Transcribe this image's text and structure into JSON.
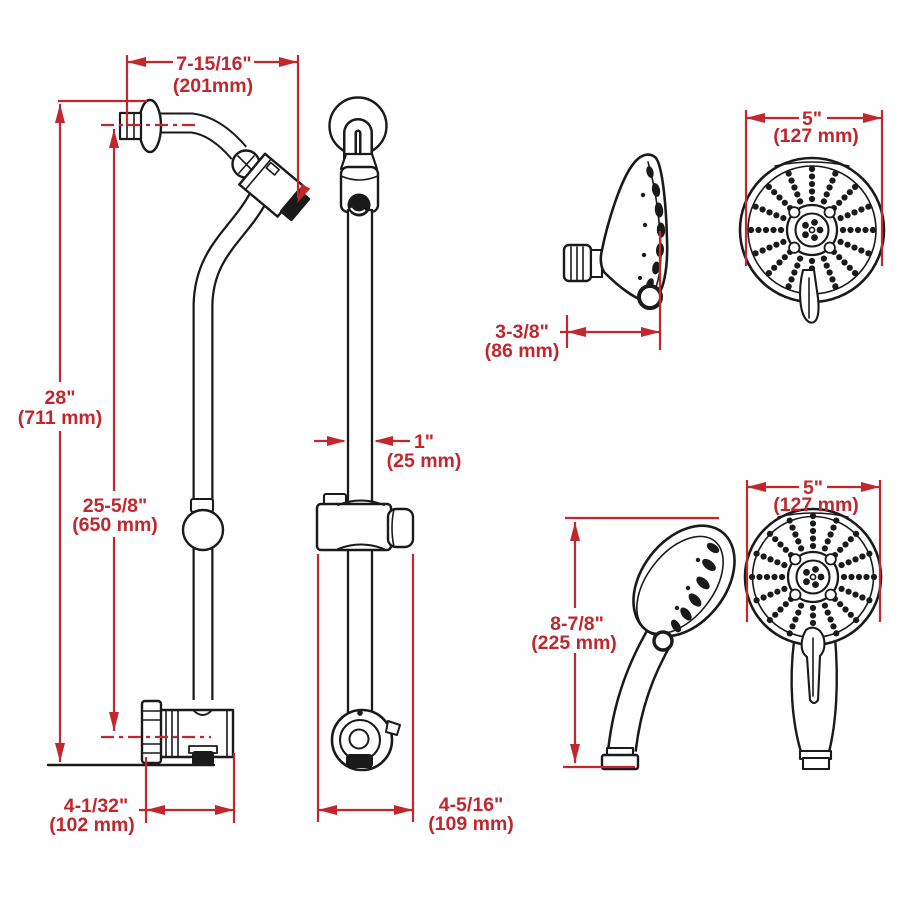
{
  "diagram_title": "shower slide bar and showerhead dimension drawing",
  "colors": {
    "dimension_red": "#c1272d",
    "line_black": "#1a1a1a",
    "background": "#ffffff"
  },
  "dims": {
    "arm_reach": {
      "in": "7-15/16\"",
      "mm": "(201mm)"
    },
    "overall_height": {
      "in": "28\"",
      "mm": "(711 mm)"
    },
    "bar_length": {
      "in": "25-5/8\"",
      "mm": "(650 mm)"
    },
    "lower_bracket_depth": {
      "in": "4-1/32\"",
      "mm": "(102 mm)"
    },
    "bar_diameter": {
      "in": "1\"",
      "mm": "(25 mm)"
    },
    "slide_bracket_depth": {
      "in": "4-5/16\"",
      "mm": "(109 mm)"
    },
    "head_depth": {
      "in": "3-3/8\"",
      "mm": "(86 mm)"
    },
    "head_diameter": {
      "in": "5\"",
      "mm": "(127 mm)"
    },
    "handshower_length": {
      "in": "8-7/8\"",
      "mm": "(225 mm)"
    },
    "handshower_diameter": {
      "in": "5\"",
      "mm": "(127 mm)"
    }
  }
}
